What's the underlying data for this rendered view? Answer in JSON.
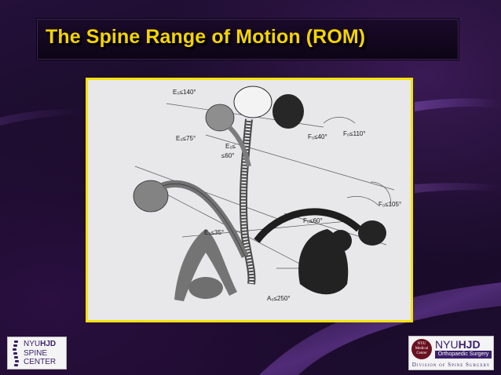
{
  "slide": {
    "title": "The Spine Range of Motion (ROM)",
    "colors": {
      "title_text": "#f5d400",
      "frame_border": "#f4e30a",
      "background": "#1a0c28",
      "logo_purple": "#3b1f6b"
    }
  },
  "figure": {
    "labels": {
      "et": "E₀≤140°",
      "fc_top": "F₀≤40°",
      "ft": "F₀≤110°",
      "ec": "E₀≤75°",
      "etl": "E₀≤",
      "etl2": "≤60°",
      "ftl": "F₀≤105°",
      "fl": "F₀≤60°",
      "el": "E₀≤35°",
      "at": "A₀≤250°"
    }
  },
  "logos": {
    "left": {
      "line1_a": "NYU",
      "line1_b": "HJD",
      "line2": "SPINE",
      "line3": "CENTER",
      "icon": "spine-icon"
    },
    "right": {
      "seal_l1": "NYU",
      "seal_l2": "Medical",
      "seal_l3": "Center",
      "name_a": "NYU",
      "name_b": "HJD",
      "dept": "Orthopaedic Surgery",
      "division": "Division of Spine Surgery"
    }
  }
}
